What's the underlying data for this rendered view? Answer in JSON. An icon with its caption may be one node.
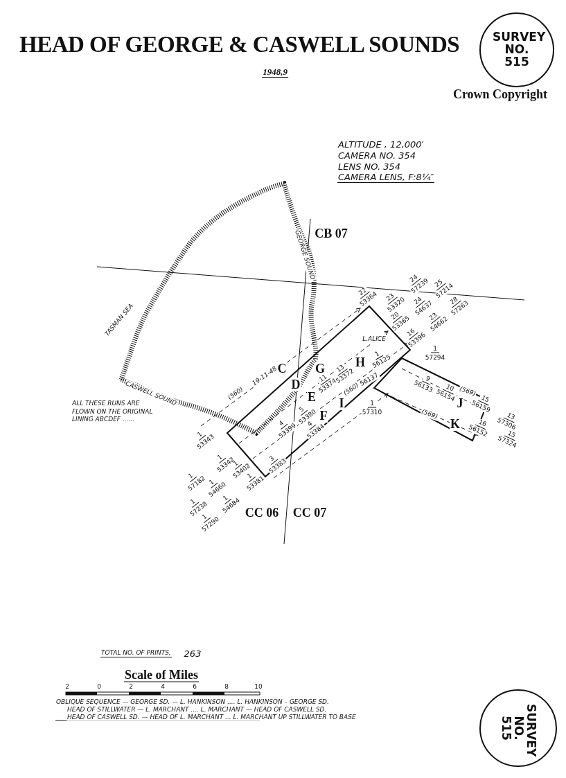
{
  "diagram": {
    "title": "HEAD OF GEORGE & CASWELL SOUNDS",
    "nodes": [
      {
        "text": [
          "SURVEY NO. 515"
        ]
      },
      {
        "text": [
          "SURVEY NO. 515"
        ]
      }
    ],
    "labels": [
      "1948,9",
      "Crown Copyright",
      "ALTITUDE , 12,000′",
      "CAMERA NO. 354",
      "LENS NO. 354",
      "CAMERA LENS, F:8¼″",
      "GEORGE SOUND",
      "CB 07",
      "TASMAN SEA",
      "CASWELL SOUND",
      "L.ALICE",
      "C",
      "D",
      "G",
      "H",
      "E",
      "I",
      "F",
      "J",
      "K",
      "22",
      "53364",
      "24",
      "57239",
      "23",
      "53320",
      "25",
      "57214",
      "24",
      "54637",
      "20",
      "53365",
      "28",
      "57263",
      "23",
      "54662",
      "16",
      "53396",
      "1",
      "57294",
      "1",
      "56125",
      "56137",
      "1",
      "57310",
      "9",
      "56133",
      "10",
      "56154",
      "15",
      "56159",
      "13",
      "57306",
      "16",
      "56152",
      "15",
      "57324",
      "11",
      "53374",
      "13",
      "53372",
      "4",
      "53399",
      "5",
      "53380",
      "4",
      "53384",
      "1",
      "53343",
      "1",
      "53342",
      "3",
      "53383",
      "1",
      "53402",
      "1",
      "57182",
      "1",
      "54660",
      "1",
      "53381",
      "1",
      "57238",
      "1",
      "54684",
      "1",
      "57290",
      "(560)",
      "19-11-48",
      "(560)",
      "(569)",
      "(569)",
      "CC 06",
      "CC 07",
      "ALL THESE RUNS ARE FLOWN ON THE ORIGINAL LINING ABCDEF ......",
      "TOTAL NO. OF PRINTS,",
      "263",
      "Scale of Miles",
      "2",
      "0",
      "2",
      "4",
      "6",
      "8",
      "10",
      "OBLIQUE SEQUENCE — GEORGE SD. — L. HANKINSON .... L. HANKINSON – GEORGE SD.",
      "HEAD OF STILLWATER — L. MARCHANT .... L. MARCHANT — HEAD OF CASWELL SD.",
      "HEAD OF CASWELL SD. — HEAD OF L. MARCHANT ... L. MARCHANT UP STILLWATER TO BASE"
    ]
  }
}
